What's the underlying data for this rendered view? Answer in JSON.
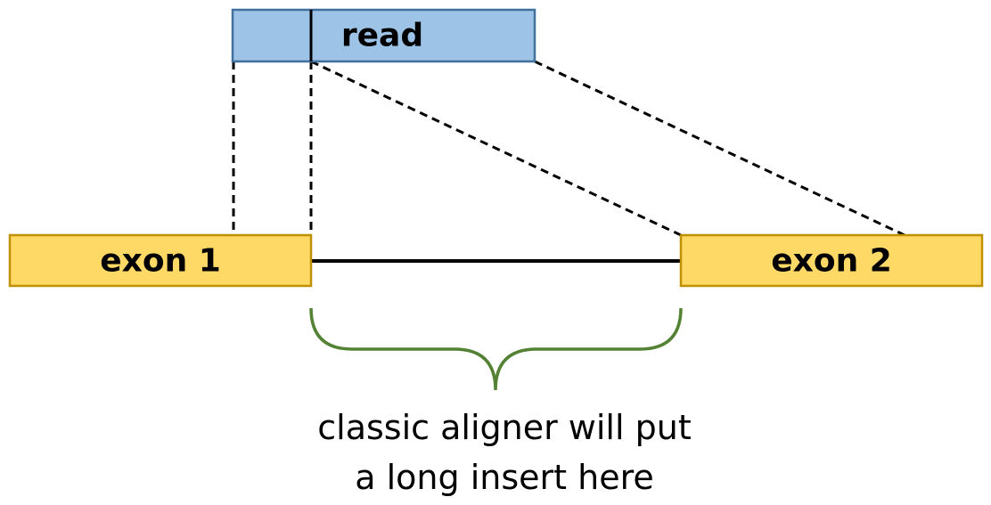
{
  "read": {
    "label": "read"
  },
  "exons": [
    {
      "label": "exon 1"
    },
    {
      "label": "exon 2"
    }
  ],
  "annotation": {
    "line1": "classic aligner will put",
    "line2": "a long insert here"
  },
  "colors": {
    "read_fill": "#9DC3E6",
    "read_stroke": "#41719C",
    "exon_fill": "#FFD966",
    "exon_stroke": "#BF9000",
    "brace": "#548235",
    "line": "#000000"
  }
}
